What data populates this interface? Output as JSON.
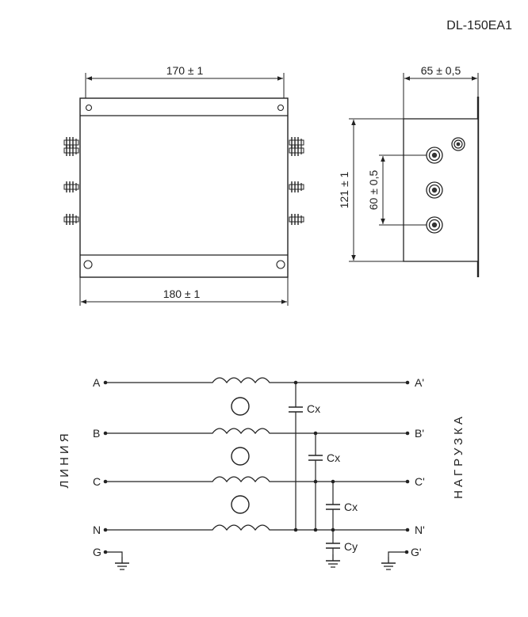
{
  "model": "DL-150EA1",
  "dimensions": {
    "top_width": "170 ± 1",
    "bottom_width": "180 ± 1",
    "side_depth": "65 ± 0,5",
    "height": "121 ± 1",
    "pitch": "60 ± 0,5"
  },
  "schematic": {
    "line_side_label": "ЛИНИЯ",
    "load_side_label": "НАГРУЗКА",
    "inputs": [
      "A",
      "B",
      "C",
      "N",
      "G"
    ],
    "outputs": [
      "A'",
      "B'",
      "C'",
      "N'",
      "G'"
    ],
    "capacitors": [
      "Cx",
      "Cx",
      "Cx",
      "Cy"
    ]
  }
}
